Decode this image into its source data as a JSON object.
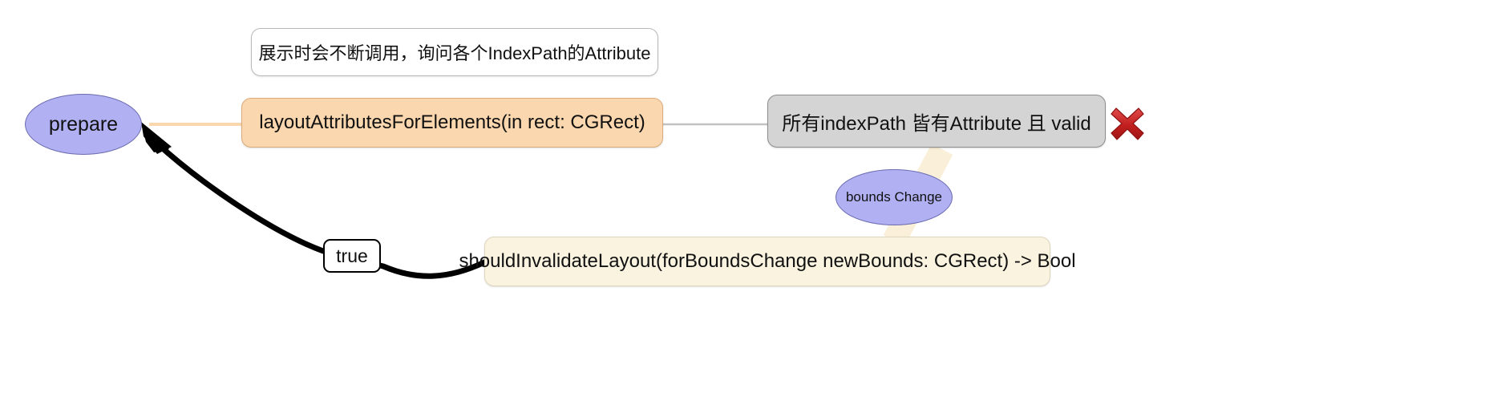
{
  "diagram": {
    "type": "flowchart",
    "background": "#ffffff",
    "nodes": [
      {
        "id": "prepare",
        "label": "prepare",
        "shape": "ellipse",
        "fill": "#b0b0f2",
        "stroke": "#6a6ab0"
      },
      {
        "id": "note",
        "label": "展示时会不断调用，询问各个IndexPath的Attribute",
        "shape": "rounded-rect",
        "fill": "#ffffff",
        "stroke": "#b9b9b9"
      },
      {
        "id": "layout_attributes",
        "label": "layoutAttributesForElements(in rect: CGRect)",
        "shape": "rounded-rect",
        "fill": "#fad7ae",
        "stroke": "#d9ab7c"
      },
      {
        "id": "all_valid",
        "label": "所有indexPath 皆有Attribute 且 valid",
        "shape": "rounded-rect",
        "fill": "#d4d4d4",
        "stroke": "#8d8d8d"
      },
      {
        "id": "bounds_change",
        "label": "bounds Change",
        "shape": "ellipse",
        "fill": "#b0b0f2",
        "stroke": "#6a6ab0"
      },
      {
        "id": "should_invalidate",
        "label": "shouldInvalidateLayout(forBoundsChange newBounds: CGRect) -> Bool",
        "shape": "rounded-rect",
        "fill": "#faf3e0",
        "stroke": "#ded5bd"
      }
    ],
    "edge_labels": [
      {
        "id": "true_label",
        "label": "true",
        "fill": "#ffffff",
        "stroke": "#000000"
      }
    ],
    "marks": [
      {
        "id": "cross",
        "icon": "red-cross-mark",
        "color": "#c62222"
      }
    ],
    "edges": [
      {
        "id": "layout-to-prepare",
        "from": "layout_attributes",
        "to": "prepare",
        "color": "#fad7ae",
        "style": "solid"
      },
      {
        "id": "layout-to-allvalid",
        "from": "layout_attributes",
        "to": "all_valid",
        "color": "#bfbfbf",
        "style": "solid"
      },
      {
        "id": "allvalid-to-boundschange",
        "from": "all_valid",
        "to": "bounds_change",
        "color": "#faf0d9",
        "style": "solid"
      },
      {
        "id": "shouldinvalidate-to-prepare",
        "from": "should_invalidate",
        "to": "prepare",
        "color": "#000000",
        "style": "thick-curved-arrow",
        "label": "true"
      }
    ]
  }
}
